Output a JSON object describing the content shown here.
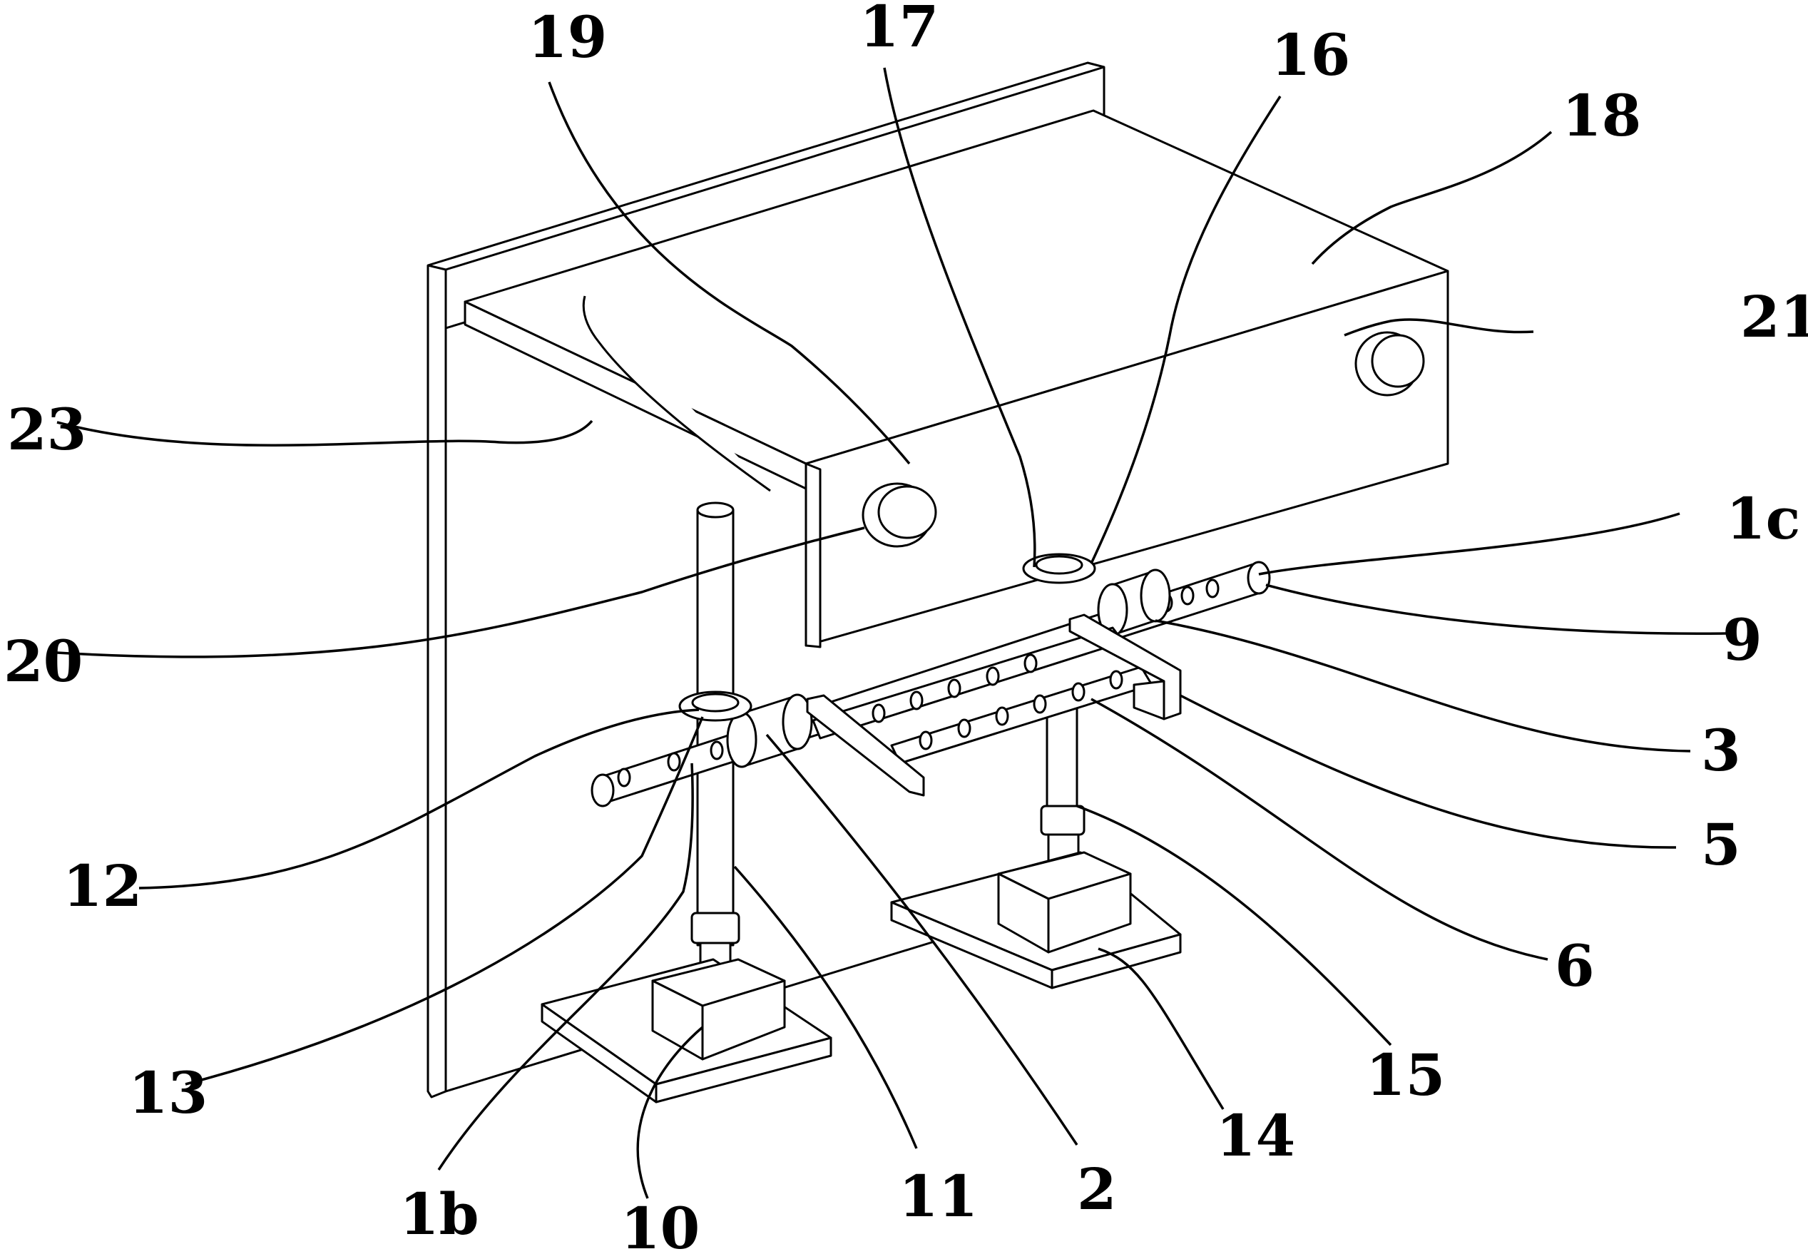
{
  "labels": {
    "l19": "19",
    "l17": "17",
    "l16": "16",
    "l18": "18",
    "l21": "21",
    "l23": "23",
    "l20": "20",
    "l1c": "1c",
    "l9": "9",
    "l3": "3",
    "l5": "5",
    "l12": "12",
    "l6": "6",
    "l13": "13",
    "l15": "15",
    "l14": "14",
    "l11": "11",
    "l2": "2",
    "l1b": "1b",
    "l10": "10"
  },
  "colors": {
    "line": "#000000",
    "background": "#ffffff"
  }
}
